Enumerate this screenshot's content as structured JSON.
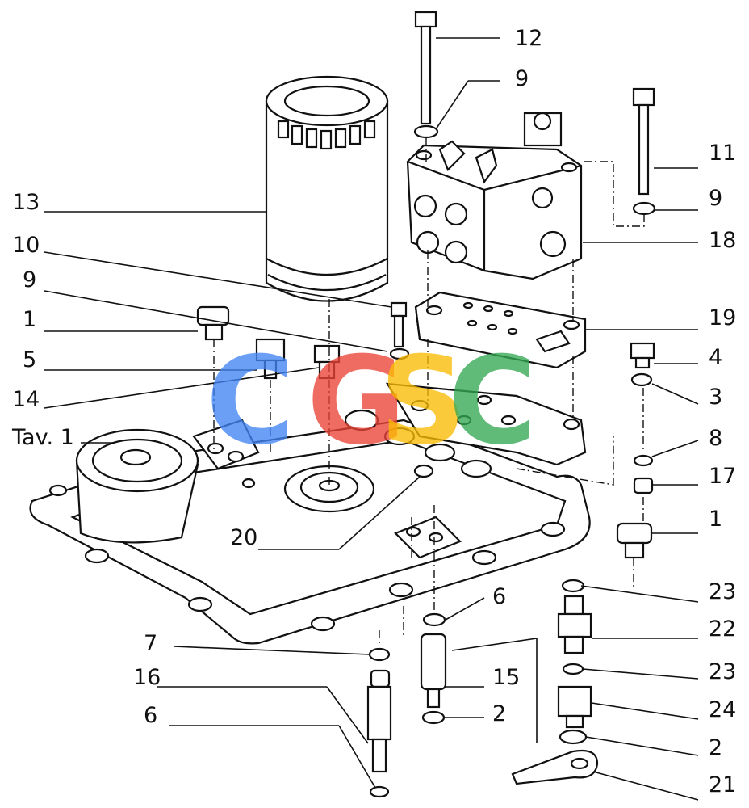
{
  "labels": {
    "l12": "12",
    "l9a": "9",
    "l11": "11",
    "l9b": "9",
    "l18": "18",
    "l13": "13",
    "l10": "10",
    "l9c": "9",
    "l19": "19",
    "l1a": "1",
    "l4": "4",
    "l5": "5",
    "l3": "3",
    "l14": "14",
    "ltav": "Tav. 1",
    "l8": "8",
    "l17": "17",
    "l1b": "1",
    "l20": "20",
    "l23a": "23",
    "l6a": "6",
    "l22": "22",
    "l7": "7",
    "l23b": "23",
    "l16": "16",
    "l15": "15",
    "l24": "24",
    "l6b": "6",
    "l2a": "2",
    "l2b": "2",
    "l21": "21"
  },
  "watermark": {
    "letters": [
      {
        "char": "C",
        "color": "#4285f4"
      },
      {
        "char": "G",
        "color": "#ea4335"
      },
      {
        "char": "S",
        "color": "#fbbc05"
      },
      {
        "char": "C",
        "color": "#34a853"
      }
    ]
  }
}
